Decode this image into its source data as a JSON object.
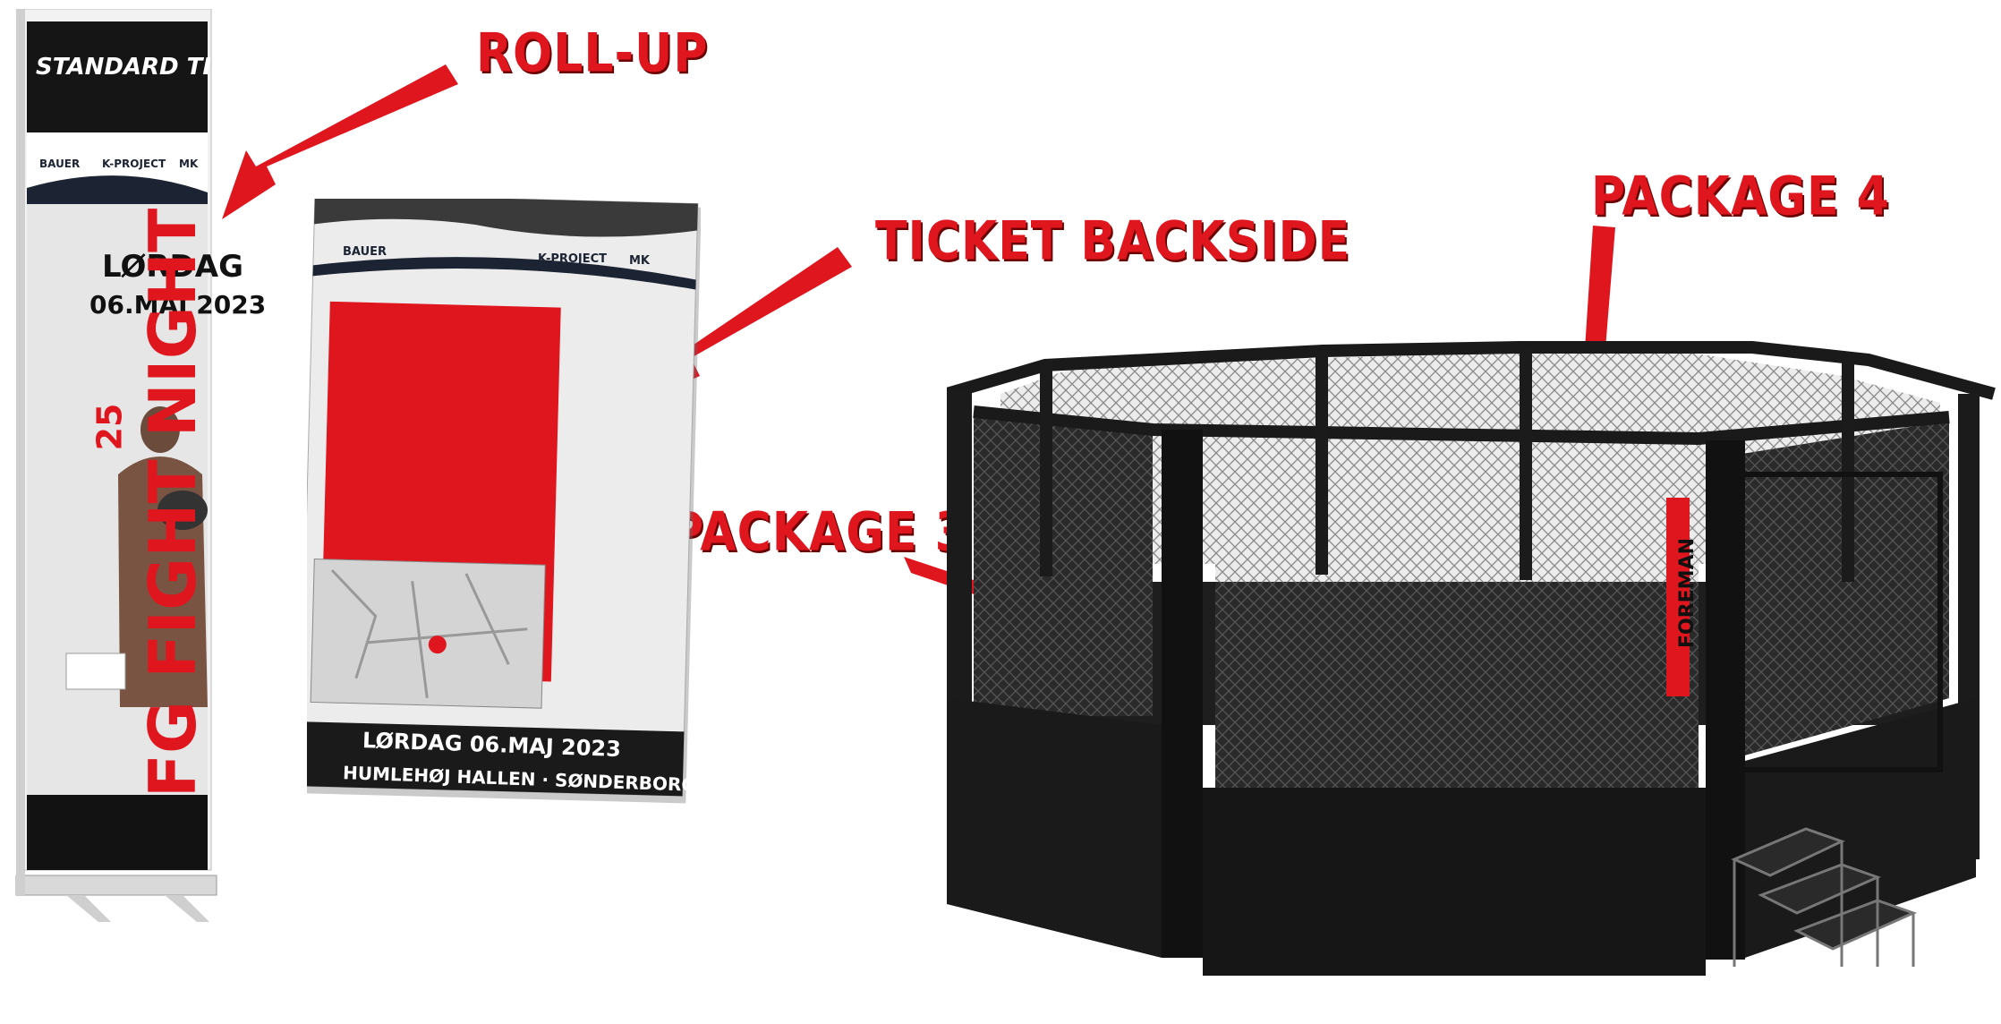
{
  "labels": {
    "rollup": "ROLL-UP",
    "ticket_backside": "TICKET BACKSIDE",
    "package_3": "PACKAGE 3",
    "package_4": "PACKAGE 4"
  },
  "rollup_banner": {
    "header": "STANDARD TICKET",
    "sponsors": [
      "BAUER",
      "K-PROJECT",
      "MK"
    ],
    "event_name": "FG FIGHT NIGHT",
    "event_number": "25",
    "day": "LØRDAG",
    "date": "06.MAJ 2023"
  },
  "ticket": {
    "sponsors": [
      "BAUER",
      "K-PROJECT",
      "MK"
    ],
    "date_line": "LØRDAG 06.MAJ 2023",
    "venue_line": "HUMLEHØJ HALLEN · SØNDERBORG"
  },
  "cage": {
    "brand": "FOREMAN"
  },
  "colors": {
    "accent_red": "#e0161f",
    "cage_black": "#1b1b1b",
    "mesh_grey": "#c8c8c8"
  }
}
